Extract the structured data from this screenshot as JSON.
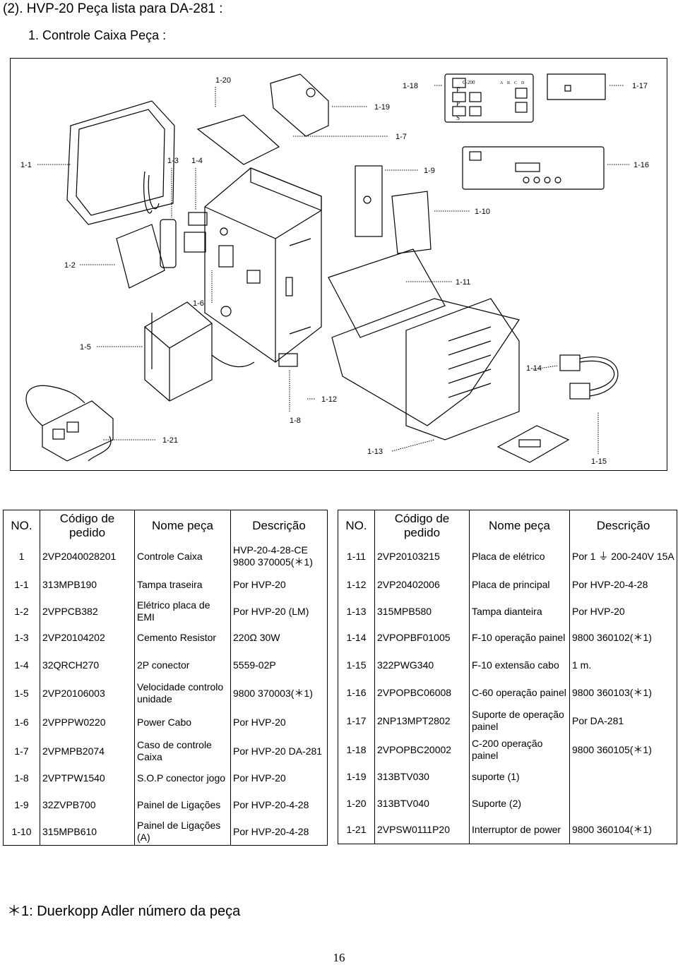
{
  "header": {
    "title": "(2). HVP-20 Peça lista para DA-281 :",
    "subtitle": "1. Controle Caixa Peça :"
  },
  "diagram": {
    "callouts": [
      "1-20",
      "1-18",
      "1-17",
      "1-19",
      "1-7",
      "1-1",
      "1-3",
      "1-4",
      "1-9",
      "1-16",
      "1-10",
      "1-2",
      "1-11",
      "1-6",
      "1-5",
      "1-14",
      "1-12",
      "1-8",
      "1-21",
      "1-13",
      "1-15"
    ],
    "panel_text": [
      "C-200",
      "A",
      "B",
      "C",
      "D",
      "F",
      "P",
      "S"
    ]
  },
  "table_left": {
    "headers": [
      "NO.",
      "Código de pedido",
      "Nome peça",
      "Descrição"
    ],
    "rows": [
      [
        "1",
        "2VP2040028201",
        "Controle Caixa",
        "HVP-20-4-28-CE 9800 370005(＊1)"
      ],
      [
        "1-1",
        "313MPB190",
        "Tampa traseira",
        "Por HVP-20"
      ],
      [
        "1-2",
        "2VPPCB382",
        "Elétrico placa de EMI",
        "Por HVP-20 (LM)"
      ],
      [
        "1-3",
        "2VP20104202",
        "Cemento Resistor",
        "220Ω 30W"
      ],
      [
        "1-4",
        "32QRCH270",
        "2P conector",
        "5559-02P"
      ],
      [
        "1-5",
        "2VP20106003",
        "Velocidade controlo unidade",
        "9800 370003(＊1)"
      ],
      [
        "1-6",
        "2VPPPW0220",
        "Power Cabo",
        "Por HVP-20"
      ],
      [
        "1-7",
        "2VPMPB2074",
        "Caso de controle Caixa",
        "Por HVP-20 DA-281"
      ],
      [
        "1-8",
        "2VPTPW1540",
        "S.O.P conector jogo",
        "Por HVP-20"
      ],
      [
        "1-9",
        "32ZVPB700",
        "Painel de Ligações",
        "Por HVP-20-4-28"
      ],
      [
        "1-10",
        "315MPB610",
        "Painel de Ligações (A)",
        "Por HVP-20-4-28"
      ]
    ]
  },
  "table_right": {
    "headers": [
      "NO.",
      "Código de pedido",
      "Nome peça",
      "Descrição"
    ],
    "rows": [
      [
        "1-11",
        "2VP20103215",
        "Placa de elétrico",
        "Por 1 ⏚ 200-240V 15A"
      ],
      [
        "1-12",
        "2VP20402006",
        "Placa de principal",
        "Por HVP-20-4-28"
      ],
      [
        "1-13",
        "315MPB580",
        "Tampa dianteira",
        "Por HVP-20"
      ],
      [
        "1-14",
        "2VPOPBF01005",
        "F-10 operação painel",
        "9800 360102(＊1)"
      ],
      [
        "1-15",
        "322PWG340",
        "F-10 extensão cabo",
        "1 m."
      ],
      [
        "1-16",
        "2VPOPBC06008",
        "C-60 operação painel",
        "9800 360103(＊1)"
      ],
      [
        "1-17",
        "2NP13MPT2802",
        "Suporte de operação painel",
        "Por DA-281"
      ],
      [
        "1-18",
        "2VPOPBC20002",
        "C-200 operação painel",
        "9800 360105(＊1)"
      ],
      [
        "1-19",
        "313BTV030",
        "suporte (1)",
        ""
      ],
      [
        "1-20",
        "313BTV040",
        "Suporte (2)",
        ""
      ],
      [
        "1-21",
        "2VPSW0111P20",
        "Interruptor de power",
        "9800 360104(＊1)"
      ]
    ]
  },
  "footnote": "＊1: Duerkopp Adler número da peça",
  "page_number": "16"
}
